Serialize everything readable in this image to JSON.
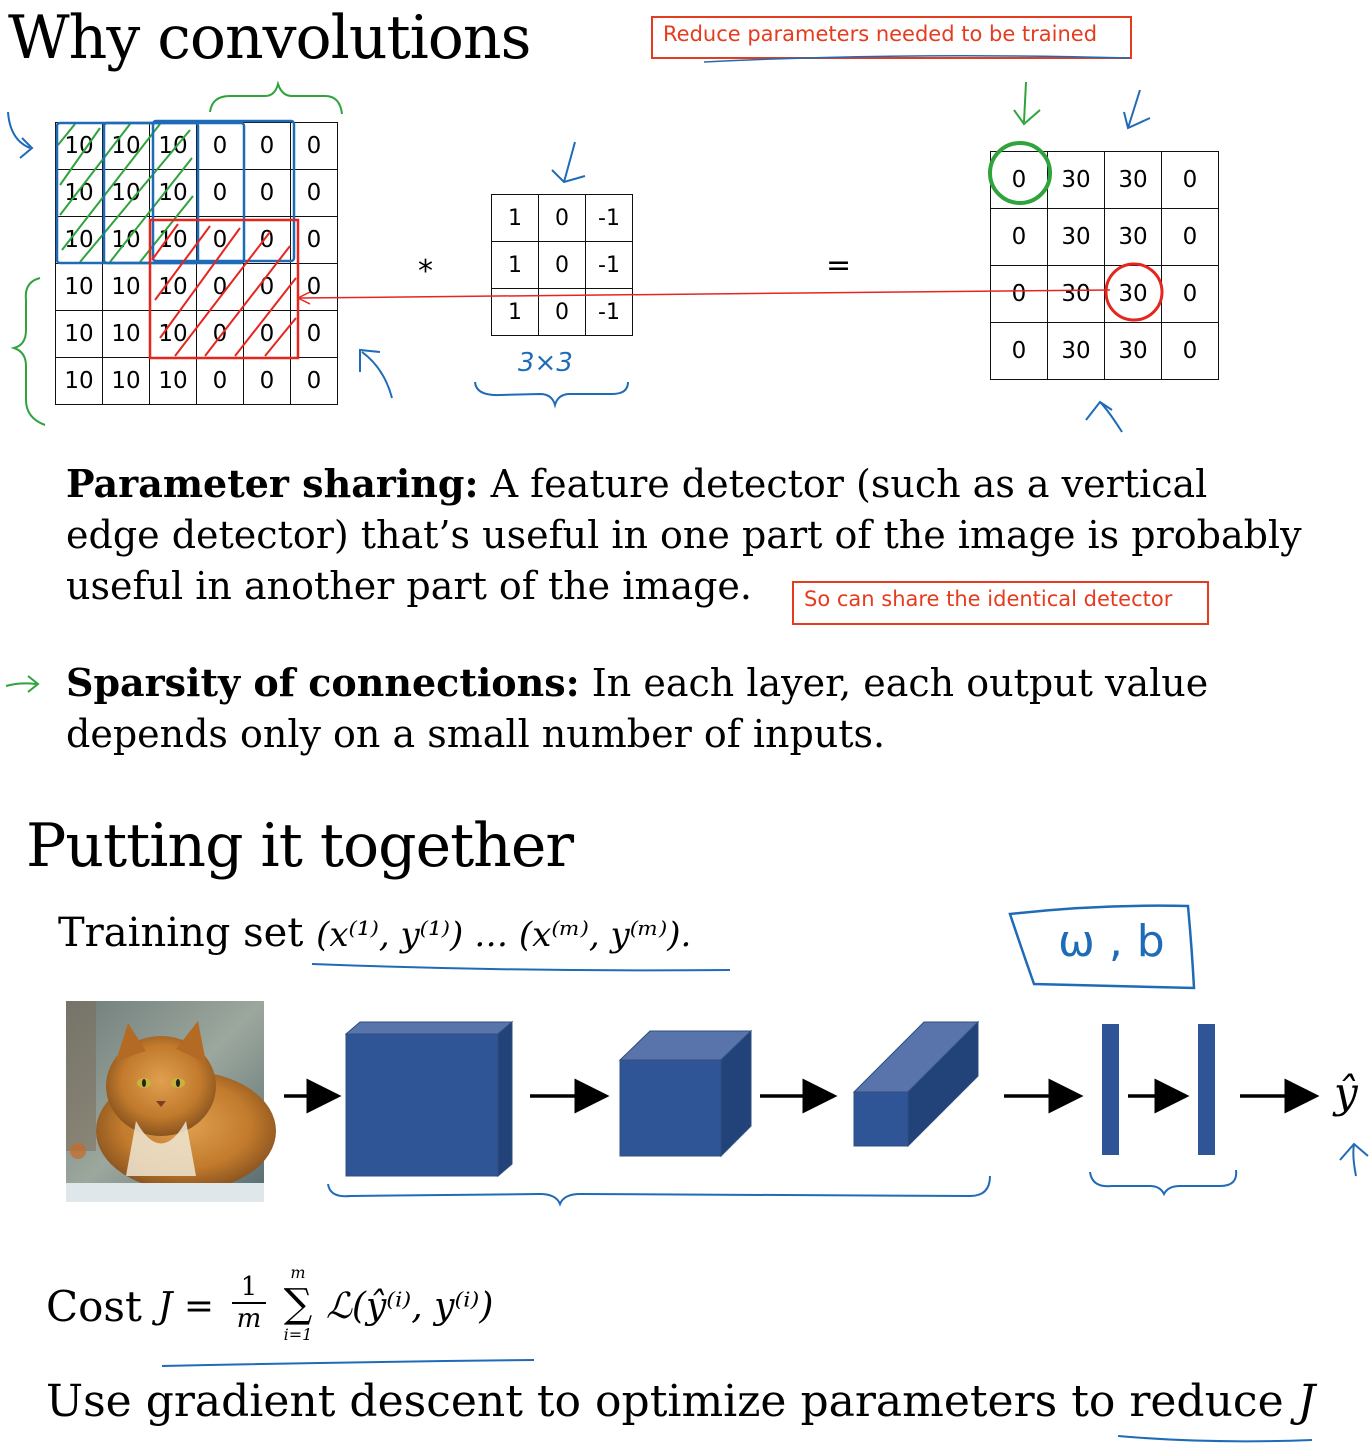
{
  "section1": {
    "title": "Why convolutions",
    "note_top": "Reduce parameters needed to be trained",
    "input_matrix": [
      [
        "10",
        "10",
        "10",
        "0",
        "0",
        "0"
      ],
      [
        "10",
        "10",
        "10",
        "0",
        "0",
        "0"
      ],
      [
        "10",
        "10",
        "10",
        "0",
        "0",
        "0"
      ],
      [
        "10",
        "10",
        "10",
        "0",
        "0",
        "0"
      ],
      [
        "10",
        "10",
        "10",
        "0",
        "0",
        "0"
      ],
      [
        "10",
        "10",
        "10",
        "0",
        "0",
        "0"
      ]
    ],
    "conv_op": "*",
    "filter_matrix": [
      [
        "1",
        "0",
        "-1"
      ],
      [
        "1",
        "0",
        "-1"
      ],
      [
        "1",
        "0",
        "-1"
      ]
    ],
    "filter_size_note": "3×3",
    "equals": "=",
    "output_matrix": [
      [
        "0",
        "30",
        "30",
        "0"
      ],
      [
        "0",
        "30",
        "30",
        "0"
      ],
      [
        "0",
        "30",
        "30",
        "0"
      ],
      [
        "0",
        "30",
        "30",
        "0"
      ]
    ],
    "param_sharing_title": "Parameter sharing:",
    "param_sharing_text_1": " A feature detector (such as a vertical",
    "param_sharing_text_2": "edge detector) that’s useful in one part of the image is probably",
    "param_sharing_text_3": "useful in another part of the image.",
    "note_share": "So can share the identical detector",
    "sparsity_title": "Sparsity of connections:",
    "sparsity_text_1": " In each layer, each output value",
    "sparsity_text_2": "depends only on a small number of inputs."
  },
  "section2": {
    "title": "Putting it together",
    "training_label": "Training set ",
    "training_expr": "(x⁽¹⁾, y⁽¹⁾) … (x⁽ᵐ⁾, y⁽ᵐ⁾).",
    "params_note": "ω , b",
    "output_symbol": "ŷ",
    "cost_label": "Cost ",
    "cost_lhs": "J =",
    "cost_frac_num": "1",
    "cost_frac_den": "m",
    "cost_sum_top": "m",
    "cost_sum_sym": "∑",
    "cost_sum_bottom": "i=1",
    "cost_rhs": "ℒ(ŷ⁽ⁱ⁾, y⁽ⁱ⁾)",
    "gd_text": "Use gradient descent to optimize parameters to reduce ",
    "gd_var": "J"
  },
  "colors": {
    "annotation_red": "#e53b1f",
    "pen_blue": "#1f6bb8",
    "pen_green": "#2fa33c",
    "cube_blue": "#2f5597"
  }
}
